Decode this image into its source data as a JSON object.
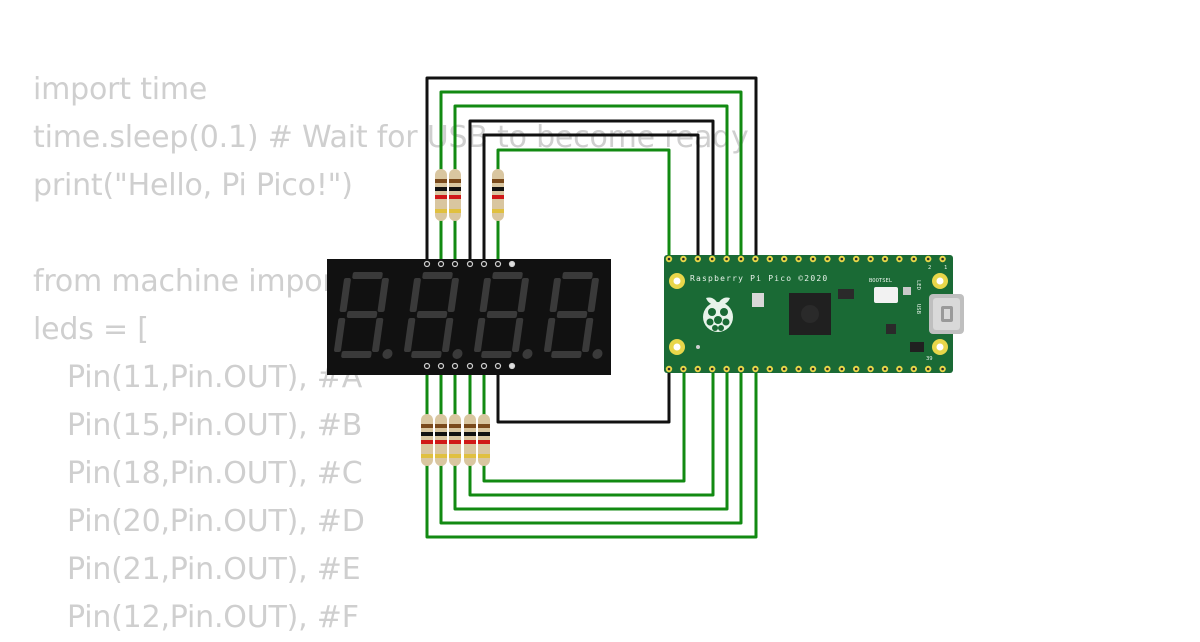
{
  "code": {
    "lines": [
      {
        "text": "import time",
        "indent": false
      },
      {
        "text": "time.sleep(0.1) # Wait for USB to become ready",
        "indent": false
      },
      {
        "text": "print(\"Hello, Pi Pico!\")",
        "indent": false
      },
      {
        "text": "",
        "indent": false
      },
      {
        "text": "from machine import",
        "indent": false
      },
      {
        "text": "leds = [",
        "indent": false
      },
      {
        "text": "Pin(11,Pin.OUT), #A",
        "indent": true
      },
      {
        "text": "Pin(15,Pin.OUT), #B",
        "indent": true
      },
      {
        "text": "Pin(18,Pin.OUT), #C",
        "indent": true
      },
      {
        "text": "Pin(20,Pin.OUT), #D",
        "indent": true
      },
      {
        "text": "Pin(21,Pin.OUT), #E",
        "indent": true
      },
      {
        "text": "Pin(12,Pin.OUT), #F",
        "indent": true
      }
    ]
  },
  "pico": {
    "title": "Raspberry Pi Pico ©2020",
    "bootsel_label": "BOOTSEL",
    "led_label": "LED",
    "usb_label": "USB",
    "pin_1_label": "1",
    "pin_2_label": "2",
    "pin_39_label": "39",
    "board_color": "#1a6a35",
    "pad_color": "#e8d64a"
  },
  "display": {
    "digit_count": 4,
    "body_color": "#111111",
    "segment_color": "#3a3a3a"
  },
  "colors": {
    "wire_green": "#128a12",
    "wire_black": "#111111"
  }
}
